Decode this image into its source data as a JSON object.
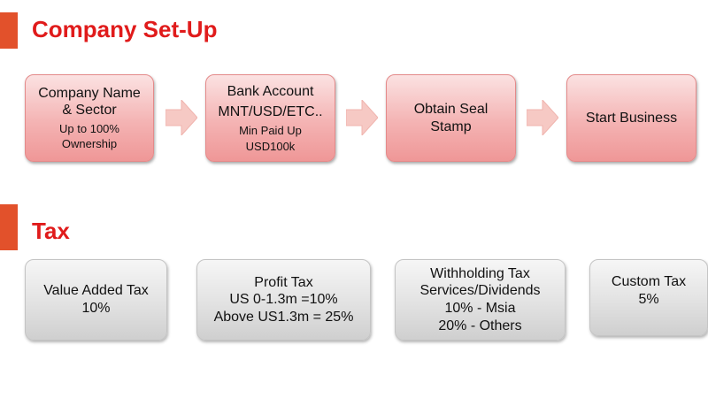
{
  "setup": {
    "title": "Company Set-Up",
    "steps": [
      {
        "line1": "Company Name",
        "line2": "& Sector",
        "line3": "Up to 100%",
        "line4": "Ownership"
      },
      {
        "line1": "Bank Account",
        "line2": "MNT/USD/ETC..",
        "line3": "Min Paid Up",
        "line4": "USD100k"
      },
      {
        "line1": "Obtain Seal",
        "line2": "Stamp"
      },
      {
        "line1": "Start Business"
      }
    ]
  },
  "tax": {
    "title": "Tax",
    "items": [
      {
        "line1": "Value Added Tax",
        "line2": "10%"
      },
      {
        "line1": "Profit Tax",
        "line2": "US 0-1.3m =10%",
        "line3": "Above US1.3m = 25%"
      },
      {
        "line1": "Withholding Tax",
        "line2": "Services/Dividends",
        "line3": "10% - Msia",
        "line4": "20% - Others"
      },
      {
        "line1": "Custom Tax",
        "line2": "5%"
      }
    ]
  },
  "colors": {
    "accent": "#e2512b",
    "title": "#e01b1b",
    "setup_box": "#f4b3b3",
    "tax_box": "#e2e2e2",
    "arrow": "#f6c9c4"
  },
  "icons": [
    "arrow-right-icon"
  ]
}
